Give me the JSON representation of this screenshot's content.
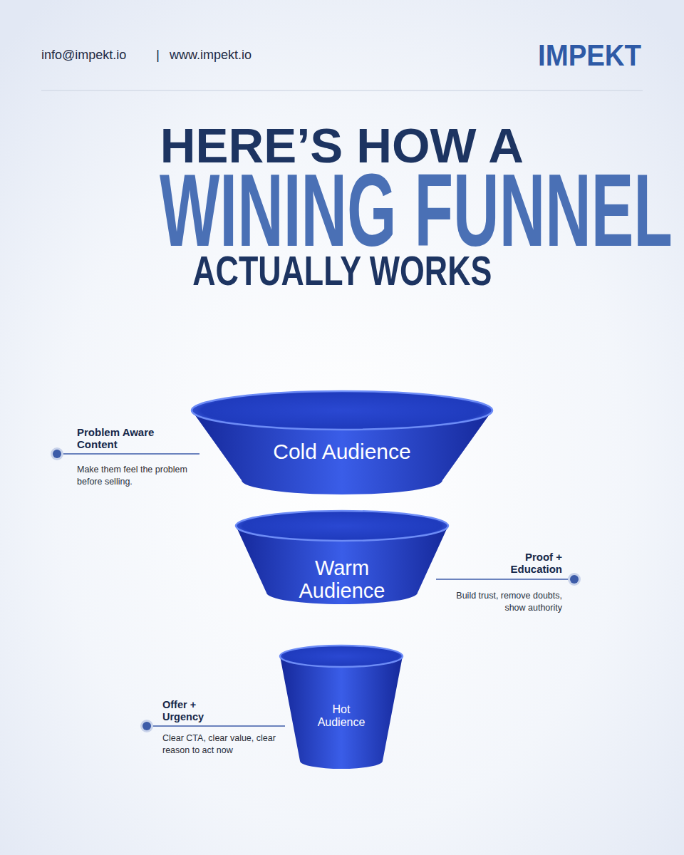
{
  "diagram": {
    "title": "HERE’S HOW A",
    "nodes": [
      {
        "text": [
          "Cold Audience"
        ]
      },
      {
        "text": [
          "Warm Audience"
        ]
      },
      {
        "text": [
          "Hot Audience"
        ]
      }
    ],
    "labels": [
      "info@impekt.io",
      "|",
      "www.impekt.io",
      "IMPEKT",
      "WINING FUNNEL",
      "ACTUALLY WORKS",
      "Problem Aware Content",
      "Make them feel the problem before selling.",
      "Proof + Education",
      "Build trust, remove doubts, show authority",
      "Offer + Urgency",
      "Clear CTA, clear value, clear reason to act now"
    ]
  }
}
